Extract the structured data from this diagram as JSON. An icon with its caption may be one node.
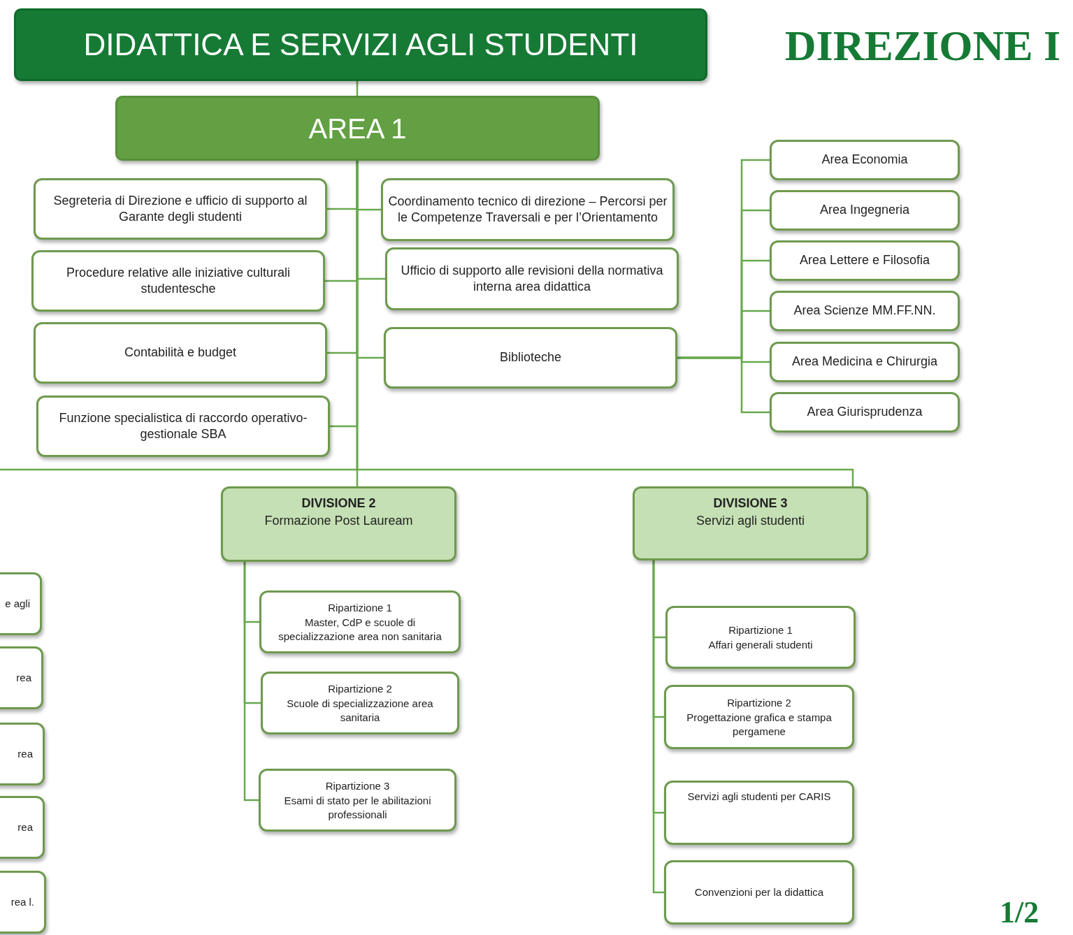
{
  "diagram": {
    "title": "DIREZIONE I",
    "nodes": [
      {
        "text": [
          "DIDATTICA E SERVIZI AGLI STUDENTI"
        ]
      },
      {
        "text": [
          "AREA 1"
        ]
      },
      {
        "text": [
          "Segreteria di Direzione e ufficio di supporto al Garante degli studenti"
        ]
      },
      {
        "text": [
          "Procedure relative alle iniziative culturali studentesche"
        ]
      },
      {
        "text": [
          "Contabilità e budget"
        ]
      },
      {
        "text": [
          "Funzione specialistica di raccordo operativo-gestionale SBA"
        ]
      },
      {
        "text": [
          "Coordinamento tecnico di direzione – Percorsi per le Competenze Traversali e per l’Orientamento"
        ]
      },
      {
        "text": [
          "Ufficio di supporto alle revisioni della normativa interna area didattica"
        ]
      },
      {
        "text": [
          "Biblioteche"
        ]
      },
      {
        "text": [
          "Area Economia"
        ]
      },
      {
        "text": [
          "Area Ingegneria"
        ]
      },
      {
        "text": [
          "Area Lettere e Filosofia"
        ]
      },
      {
        "text": [
          "Area Scienze MM.FF.NN."
        ]
      },
      {
        "text": [
          "Area Medicina e Chirurgia"
        ]
      },
      {
        "text": [
          "Area Giurisprudenza"
        ]
      },
      {
        "text": [
          "DIVISIONE 2",
          "Formazione Post Lauream"
        ]
      },
      {
        "text": [
          "DIVISIONE 3",
          "Servizi agli studenti"
        ]
      },
      {
        "text": [
          "Ripartizione 1",
          "Master, CdP e scuole di specializzazione area non sanitaria"
        ]
      },
      {
        "text": [
          "Ripartizione 2",
          "Scuole di specializzazione area sanitaria"
        ]
      },
      {
        "text": [
          "Ripartizione 3",
          "Esami di stato per le abilitazioni professionali"
        ]
      },
      {
        "text": [
          "Ripartizione 1",
          "Affari generali studenti"
        ]
      },
      {
        "text": [
          "Ripartizione 2",
          "Progettazione grafica e stampa pergamene"
        ]
      },
      {
        "text": [
          "Servizi agli studenti per CARIS"
        ]
      },
      {
        "text": [
          "Convenzioni per la didattica"
        ]
      },
      {
        "text": [
          "e agli"
        ]
      },
      {
        "text": [
          "rea"
        ]
      },
      {
        "text": [
          "rea"
        ]
      },
      {
        "text": [
          "rea"
        ]
      },
      {
        "text": [
          "rea l."
        ]
      }
    ],
    "edges": [
      {
        "from": 0,
        "to": 1,
        "arrow": "none"
      },
      {
        "from": 1,
        "to": 2,
        "arrow": "none"
      },
      {
        "from": 1,
        "to": 3,
        "arrow": "none"
      },
      {
        "from": 1,
        "to": 4,
        "arrow": "none"
      },
      {
        "from": 1,
        "to": 5,
        "arrow": "none"
      },
      {
        "from": 1,
        "to": 6,
        "arrow": "none"
      },
      {
        "from": 1,
        "to": 7,
        "arrow": "none"
      },
      {
        "from": 1,
        "to": 8,
        "arrow": "none"
      },
      {
        "from": 8,
        "to": 9,
        "arrow": "none"
      },
      {
        "from": 8,
        "to": 10,
        "arrow": "none"
      },
      {
        "from": 8,
        "to": 11,
        "arrow": "none"
      },
      {
        "from": 8,
        "to": 12,
        "arrow": "none"
      },
      {
        "from": 8,
        "to": 13,
        "arrow": "none"
      },
      {
        "from": 8,
        "to": 14,
        "arrow": "none"
      },
      {
        "from": 1,
        "to": null,
        "arrow": "none"
      },
      {
        "from": 1,
        "to": 15,
        "arrow": "none"
      },
      {
        "from": 1,
        "to": 16,
        "arrow": "none"
      },
      {
        "from": 15,
        "to": 17,
        "arrow": "none"
      },
      {
        "from": 15,
        "to": 18,
        "arrow": "none"
      },
      {
        "from": 15,
        "to": 19,
        "arrow": "none"
      },
      {
        "from": 16,
        "to": 20,
        "arrow": "none"
      },
      {
        "from": 16,
        "to": 21,
        "arrow": "none"
      },
      {
        "from": 16,
        "to": 22,
        "arrow": "none"
      },
      {
        "from": 16,
        "to": 23,
        "arrow": "none"
      }
    ],
    "labels": [
      "1/2"
    ]
  }
}
